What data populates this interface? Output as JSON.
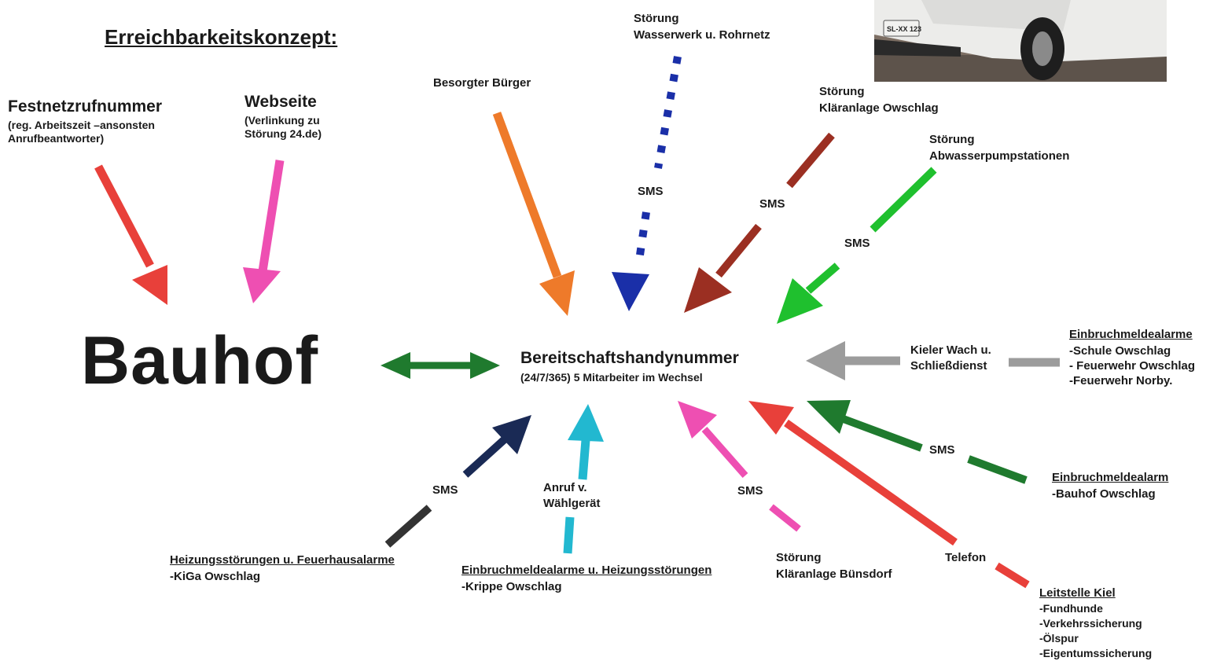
{
  "title": "Erreichbarkeitskonzept:",
  "hub_left": "Bauhof",
  "hub_center": {
    "title": "Bereitschaftshandynummer",
    "subtitle": "(24/7/365) 5 Mitarbeiter im Wechsel"
  },
  "sources": {
    "festnetz": {
      "title": "Festnetzrufnummer",
      "lines": [
        "(reg. Arbeitszeit –ansonsten",
        "Anrufbeantworter)"
      ],
      "color": "#e8403a"
    },
    "webseite": {
      "title": "Webseite",
      "lines": [
        "(Verlinkung zu",
        "Störung 24.de)"
      ],
      "color": "#ee4fb2"
    },
    "buerger": {
      "title": "Besorgter Bürger",
      "color": "#ee7a2a"
    },
    "wasserwerk": {
      "title": "Störung",
      "lines": [
        "Wasserwerk u. Rohrnetz"
      ],
      "channel": "SMS",
      "color": "#1a2fa8"
    },
    "klaeranlage_owschlag": {
      "title": "Störung",
      "lines": [
        "Kläranlage Owschlag"
      ],
      "channel": "SMS",
      "color": "#9b2f22"
    },
    "abwasser": {
      "title": "Störung",
      "lines": [
        "Abwasserpumpstationen"
      ],
      "channel": "SMS",
      "color": "#1fc02e"
    },
    "kieler_wach": {
      "lines": [
        "Kieler Wach u.",
        "Schließdienst"
      ],
      "color": "#9c9c9c"
    },
    "einbruch_schule": {
      "title": "Einbruchmeldealarme",
      "lines": [
        "-Schule Owschlag",
        "- Feuerwehr Owschlag",
        "-Feuerwehr Norby."
      ],
      "color": "#9c9c9c"
    },
    "einbruch_bauhof": {
      "title": "Einbruchmeldealarm",
      "lines": [
        "-Bauhof Owschlag"
      ],
      "channel": "SMS",
      "color": "#1f7a2e"
    },
    "leitstelle": {
      "title": "Leitstelle Kiel",
      "lines": [
        "-Fundhunde",
        "-Verkehrssicherung",
        "-Ölspur",
        "-Eigentumssicherung"
      ],
      "channel": "Telefon",
      "color": "#e8403a"
    },
    "klaeranlage_buensdorf": {
      "title": "Störung",
      "lines": [
        "Kläranlage Bünsdorf"
      ],
      "channel": "SMS",
      "color": "#ee4fb2"
    },
    "krippe": {
      "title": "Einbruchmeldealarme u. Heizungsstörungen",
      "lines": [
        "-Krippe Owschlag"
      ],
      "channel_lines": [
        "Anruf v.",
        "Wählgerät"
      ],
      "color": "#22b8d0"
    },
    "kiga": {
      "title": "Heizungsstörungen u. Feuerhausalarme",
      "lines": [
        "-KiGa Owschlag"
      ],
      "channel": "SMS",
      "color": "#1a2a55"
    }
  },
  "link_color": "#1f7a2e",
  "photo_plate": "SL-XX 123"
}
